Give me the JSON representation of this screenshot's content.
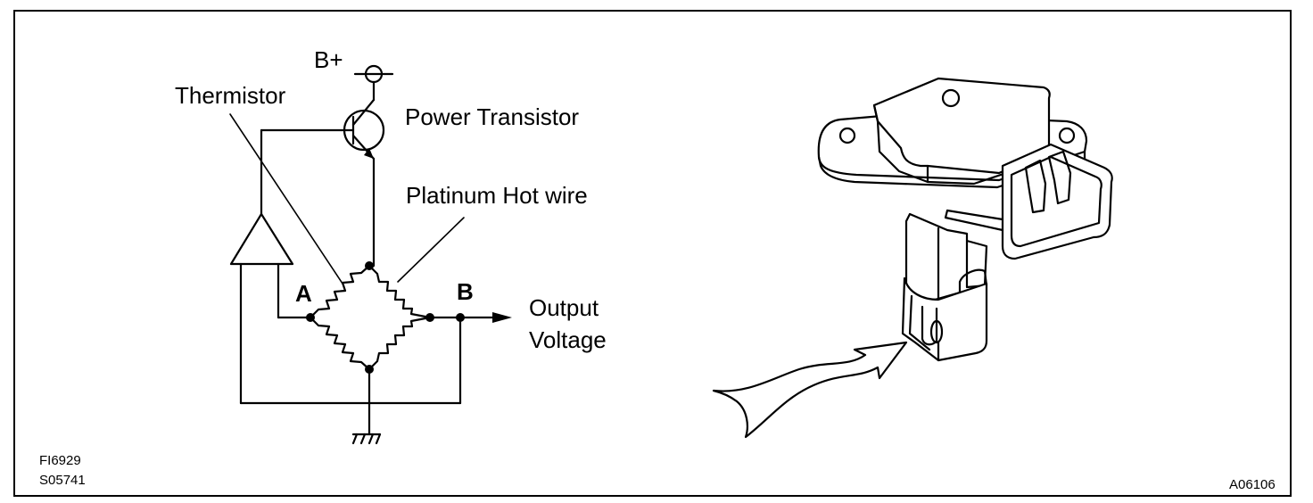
{
  "circuit": {
    "b_plus": "B+",
    "thermistor": "Thermistor",
    "power_transistor": "Power Transistor",
    "platinum_hot_wire": "Platinum Hot wire",
    "node_a": "A",
    "node_b": "B",
    "output_line1": "Output",
    "output_line2": "Voltage"
  },
  "figure_codes": {
    "code1": "FI6929",
    "code2": "S05741",
    "code3": "A06106"
  }
}
